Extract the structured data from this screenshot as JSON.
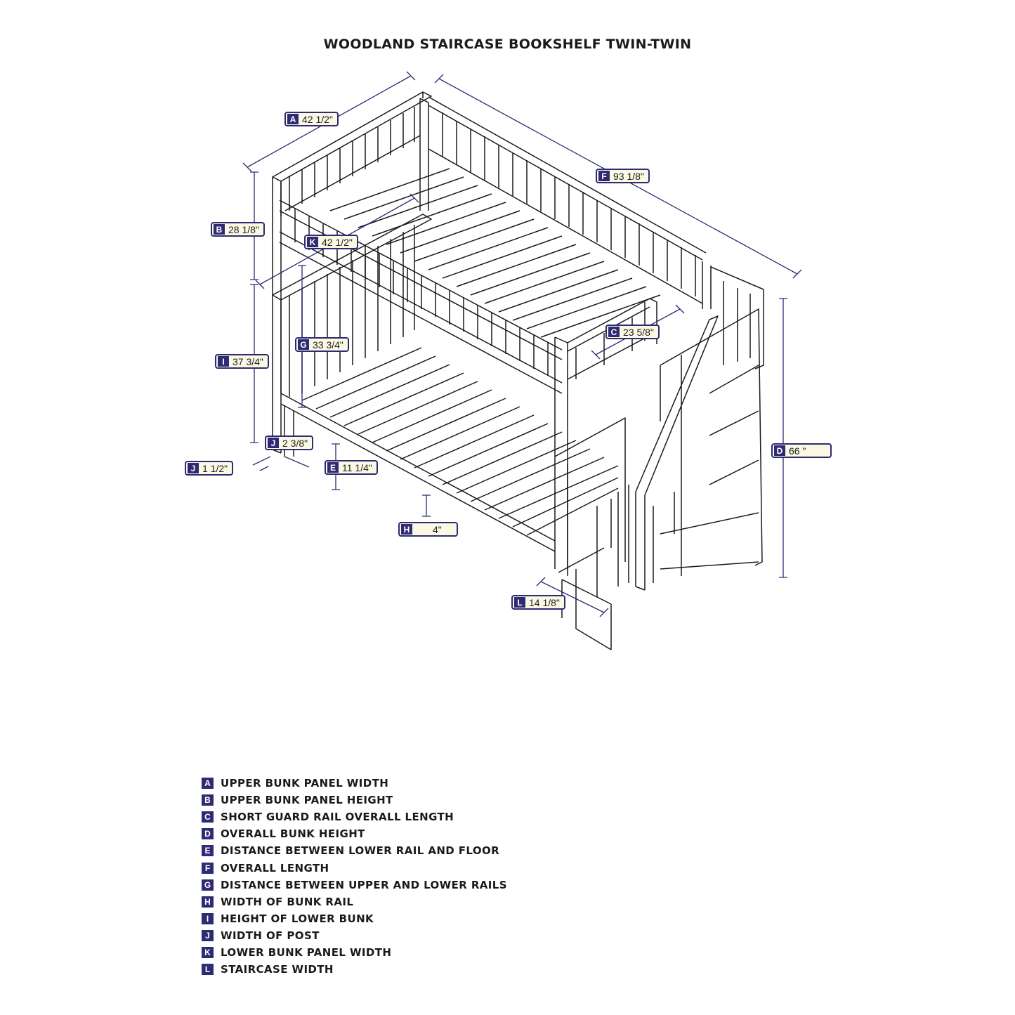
{
  "title": "WOODLAND STAIRCASE BOOKSHELF TWIN-TWIN",
  "dimensions": [
    {
      "letter": "A",
      "value": "42 1/2\""
    },
    {
      "letter": "B",
      "value": "28 1/8\""
    },
    {
      "letter": "C",
      "value": "23 5/8\""
    },
    {
      "letter": "D",
      "value": "66 \""
    },
    {
      "letter": "E",
      "value": "11 1/4\""
    },
    {
      "letter": "F",
      "value": "93 1/8\""
    },
    {
      "letter": "G",
      "value": "33 3/4\""
    },
    {
      "letter": "H",
      "value": "4\""
    },
    {
      "letter": "I",
      "value": "37 3/4\""
    },
    {
      "letter": "J",
      "value": "2 3/8\""
    },
    {
      "letter": "J",
      "value": "1 1/2\""
    },
    {
      "letter": "K",
      "value": "42 1/2\""
    },
    {
      "letter": "L",
      "value": "14 1/8\""
    }
  ],
  "legend": [
    {
      "letter": "A",
      "text": "UPPER BUNK PANEL WIDTH"
    },
    {
      "letter": "B",
      "text": "UPPER BUNK PANEL HEIGHT"
    },
    {
      "letter": "C",
      "text": "SHORT GUARD RAIL OVERALL LENGTH"
    },
    {
      "letter": "D",
      "text": "OVERALL BUNK HEIGHT"
    },
    {
      "letter": "E",
      "text": "DISTANCE BETWEEN LOWER RAIL AND FLOOR"
    },
    {
      "letter": "F",
      "text": "OVERALL LENGTH"
    },
    {
      "letter": "G",
      "text": "DISTANCE BETWEEN UPPER AND LOWER RAILS"
    },
    {
      "letter": "H",
      "text": "WIDTH OF BUNK RAIL"
    },
    {
      "letter": "I",
      "text": "HEIGHT OF LOWER BUNK"
    },
    {
      "letter": "J",
      "text": "WIDTH OF POST"
    },
    {
      "letter": "K",
      "text": "LOWER BUNK PANEL WIDTH"
    },
    {
      "letter": "L",
      "text": "STAIRCASE WIDTH"
    }
  ],
  "colors": {
    "accent": "#2e2a73",
    "tag_fill": "#fbf8e3",
    "line": "#1a1a1a"
  }
}
